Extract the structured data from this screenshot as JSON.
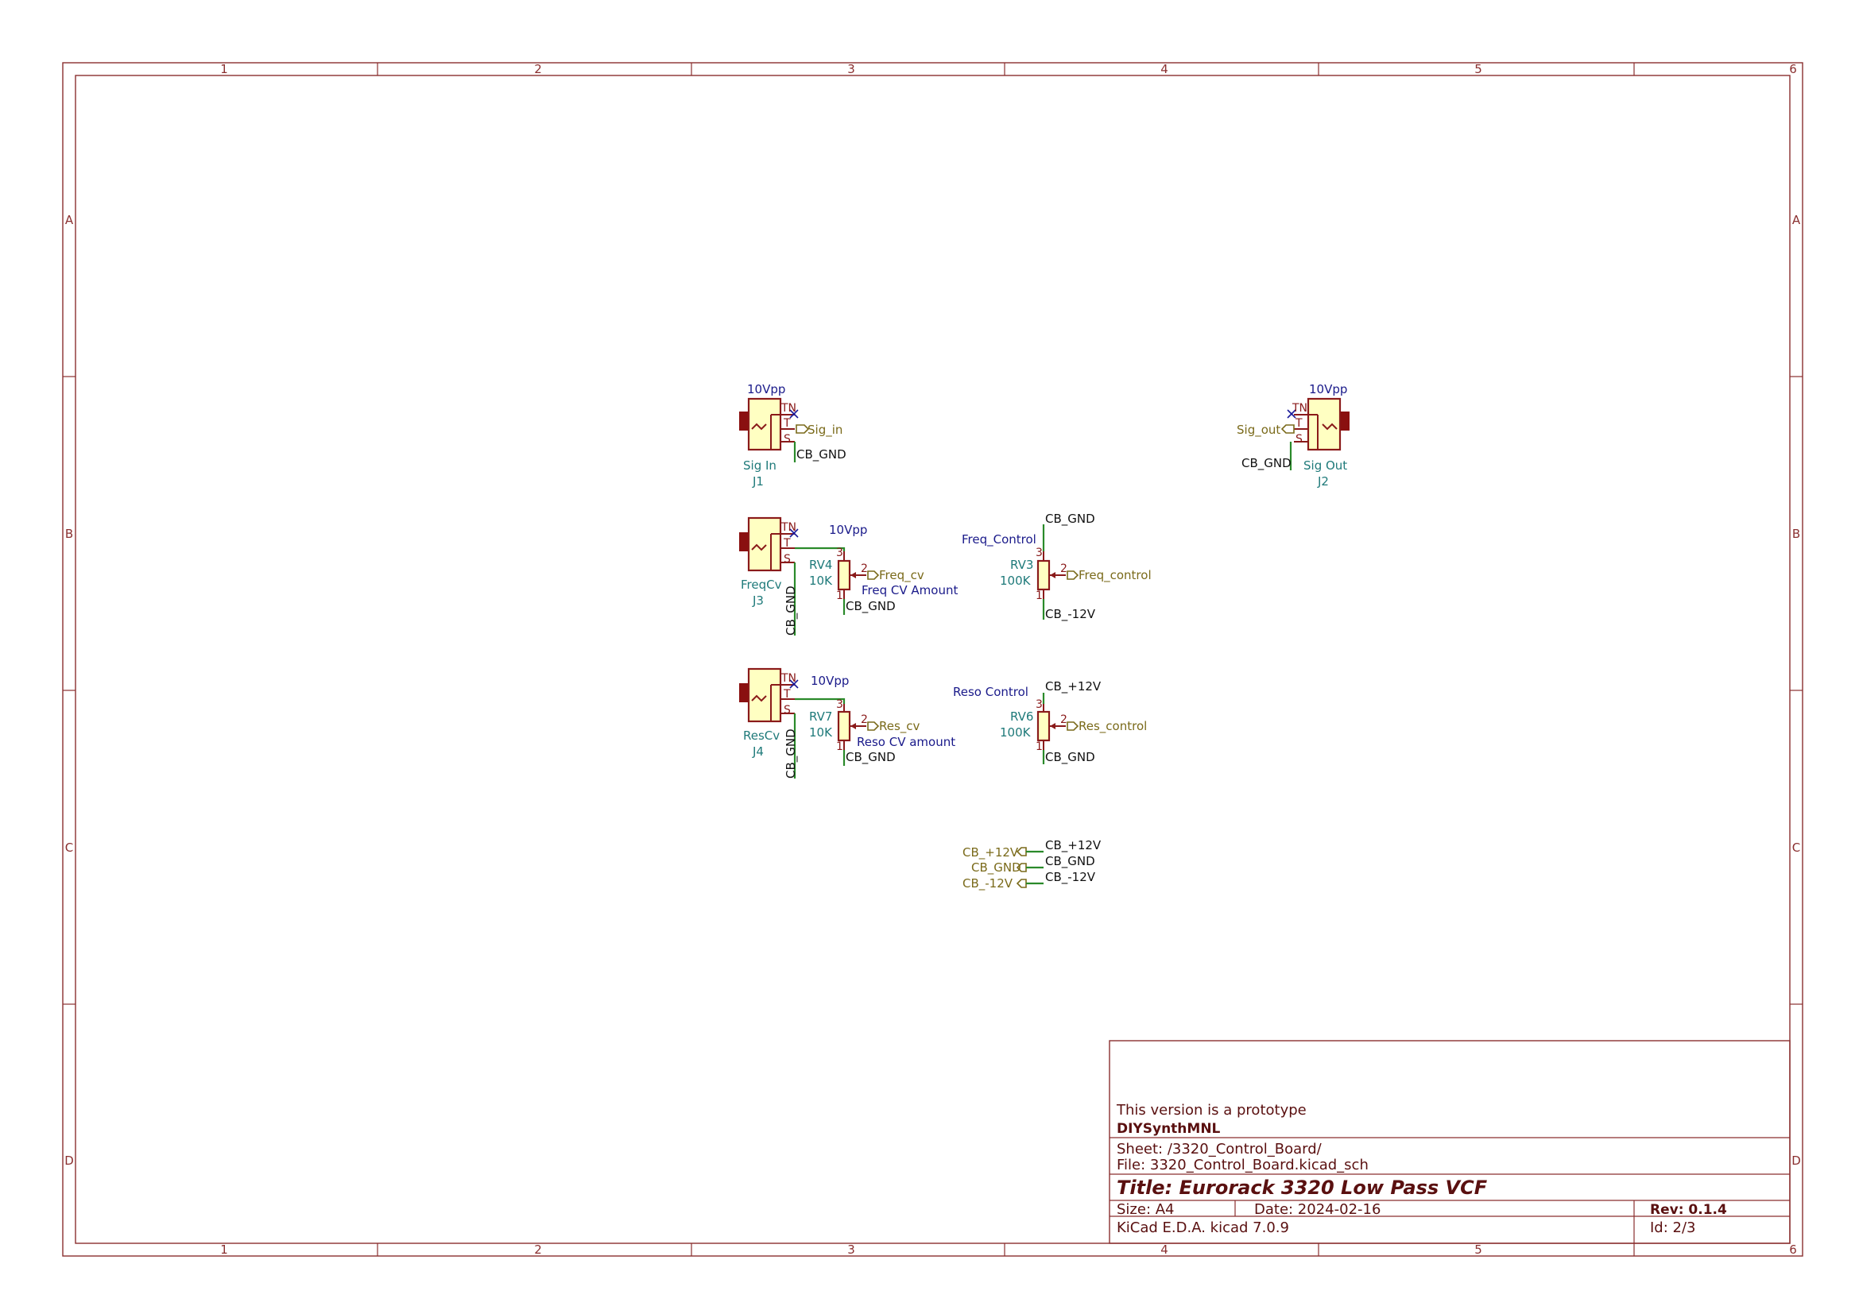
{
  "frame": {
    "columns": [
      "1",
      "2",
      "3",
      "4",
      "5",
      "6"
    ],
    "rows": [
      "A",
      "B",
      "C",
      "D"
    ]
  },
  "components": {
    "J1": {
      "ref": "J1",
      "value": "Sig In",
      "net_top": "10Vpp",
      "pins": {
        "tn": "TN",
        "t": "T",
        "s": "S"
      }
    },
    "J2": {
      "ref": "J2",
      "value": "Sig Out",
      "net_top": "10Vpp",
      "pins": {
        "tn": "TN",
        "t": "T",
        "s": "S"
      }
    },
    "J3": {
      "ref": "J3",
      "value": "FreqCv",
      "net_top": "10Vpp",
      "pins": {
        "tn": "TN",
        "t": "T",
        "s": "S"
      }
    },
    "J4": {
      "ref": "J4",
      "value": "ResCv",
      "net_top": "10Vpp",
      "pins": {
        "tn": "TN",
        "t": "T",
        "s": "S"
      }
    },
    "RV4": {
      "ref": "RV4",
      "value": "10K",
      "label": "Freq CV Amount",
      "wiper_pin": "2",
      "top_pin": "3",
      "bottom_pin": "1"
    },
    "RV3": {
      "ref": "RV3",
      "value": "100K",
      "label": "Freq_Control",
      "wiper_pin": "2",
      "top_pin": "3",
      "bottom_pin": "1"
    },
    "RV7": {
      "ref": "RV7",
      "value": "10K",
      "label": "Reso CV amount",
      "wiper_pin": "2",
      "top_pin": "3",
      "bottom_pin": "1"
    },
    "RV6": {
      "ref": "RV6",
      "value": "100K",
      "label": "Reso Control",
      "wiper_pin": "2",
      "top_pin": "3",
      "bottom_pin": "1"
    }
  },
  "nets": {
    "sig_in": "Sig_in",
    "sig_out": "Sig_out",
    "freq_cv": "Freq_cv",
    "freq_control": "Freq_control",
    "res_cv": "Res_cv",
    "res_control": "Res_control",
    "gnd": "CB_GND",
    "p12": "CB_+12V",
    "m12": "CB_-12V"
  },
  "titleblock": {
    "comment": "This version is a prototype",
    "company": "DIYSynthMNL",
    "sheet": "Sheet: /3320_Control_Board/",
    "file": "File: 3320_Control_Board.kicad_sch",
    "title": "Title: Eurorack 3320 Low Pass VCF",
    "size": "Size: A4",
    "date": "Date: 2024-02-16",
    "rev": "Rev: 0.1.4",
    "tool": "KiCad E.D.A.  kicad 7.0.9",
    "id": "Id: 2/3"
  }
}
